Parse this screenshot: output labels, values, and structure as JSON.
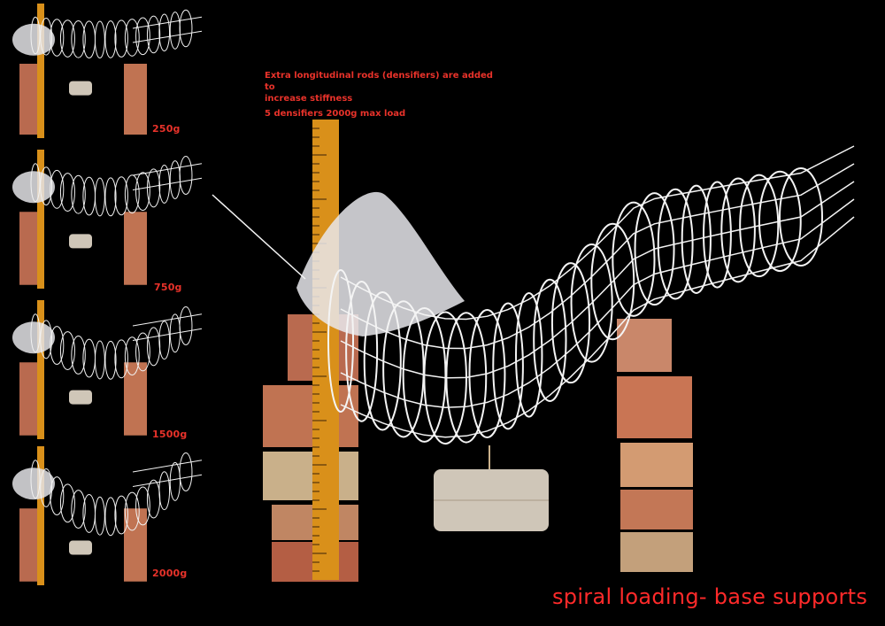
{
  "title": "spiral loading- base supports",
  "note": {
    "line1": "Extra longitudinal rods (densifiers) are added to",
    "line2": "increase stiffness",
    "line3": "5 densifiers 2000g max load"
  },
  "photos": [
    {
      "load_label": "250g",
      "sag": 0.15
    },
    {
      "load_label": "750g",
      "sag": 0.35
    },
    {
      "load_label": "1500g",
      "sag": 0.6
    },
    {
      "load_label": "2000g",
      "sag": 0.8
    }
  ],
  "colors": {
    "background": "#000000",
    "label_red": "#e8322a",
    "ruler": "#d9901a",
    "brick": "#b4614a",
    "wire": "#ffffff"
  }
}
